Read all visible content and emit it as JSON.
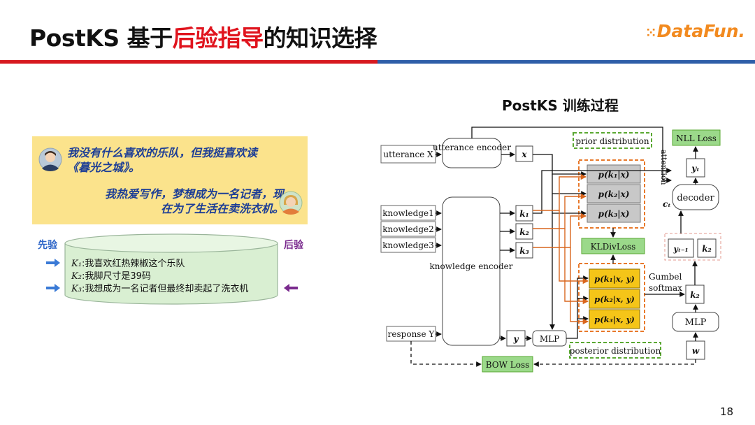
{
  "slide": {
    "title_prefix": "PostKS 基于",
    "title_highlight": "后验指导",
    "title_suffix": "的知识选择",
    "logo_text": "DataFun.",
    "page_number": "18",
    "accent_red": "#d7191f",
    "accent_blue": "#2e5ea8"
  },
  "dialogue": {
    "utterance": "我没有什么喜欢的乐队，但我挺喜欢读《暮光之城》。",
    "response": "我热爱写作，梦想成为一名记者，现在为了生活在卖洗衣机。"
  },
  "knowledge": {
    "prior_label": "先验",
    "posterior_label": "后验",
    "items": [
      {
        "var": "K₁",
        "text": ":我喜欢红热辣椒这个乐队"
      },
      {
        "var": "K₂",
        "text": ":我脚尺寸是39码"
      },
      {
        "var": "K₃",
        "text": ":我想成为一名记者但最终却卖起了洗衣机"
      }
    ]
  },
  "diagram": {
    "title": "PostKS 训练过程",
    "input_utterance": "utterance X",
    "utterance_encoder": "utterance encoder",
    "x": "x",
    "knowledge_inputs": [
      "knowledge1",
      "knowledge2",
      "knowledge3"
    ],
    "knowledge_encoder": "knowledge encoder",
    "k_vectors": [
      "k₁",
      "k₂",
      "k₃"
    ],
    "input_response": "response Y",
    "y": "y",
    "mlp_left": "MLP",
    "prior_distribution": "prior distribution",
    "prior_probs": [
      "p(k₁|x)",
      "p(k₂|x)",
      "p(k₃|x)"
    ],
    "kl_loss": "KLDivLoss",
    "posterior_probs": [
      "p(k₁|x, y)",
      "p(k₂|x, y)",
      "p(k₃|x, y)"
    ],
    "posterior_distribution": "posterior distribution",
    "bow_loss": "BOW Loss",
    "nll_loss": "NLL Loss",
    "attention": "attention",
    "y_t": "yₜ",
    "c_t": "cₜ",
    "decoder": "decoder",
    "y_t_minus_1": "yₜ₋₁",
    "k2": "k₂",
    "gumbel": "Gumbel softmax",
    "k2_selected": "k₂",
    "mlp_right": "MLP",
    "w": "w",
    "colors": {
      "prior_fill": "#c8c8c8",
      "posterior_fill": "#f5c518",
      "green": "#5aa832",
      "orange": "#e8792b",
      "arrow_orange": "#d9661e",
      "dashed_pink": "#e39a8f"
    }
  }
}
